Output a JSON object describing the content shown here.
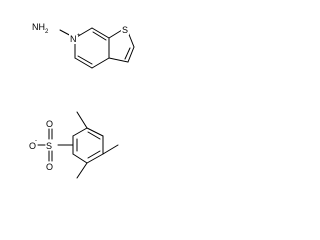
{
  "cation": {
    "amino_group": "NH",
    "amino_subscript": "2",
    "ring_nitrogen": "N",
    "ring_nitrogen_charge": "+",
    "sulfur": "S"
  },
  "anion": {
    "oxide": "O",
    "oxide_charge": "-",
    "sulfur": "S",
    "oxygen_top": "O",
    "oxygen_bottom": "O"
  }
}
